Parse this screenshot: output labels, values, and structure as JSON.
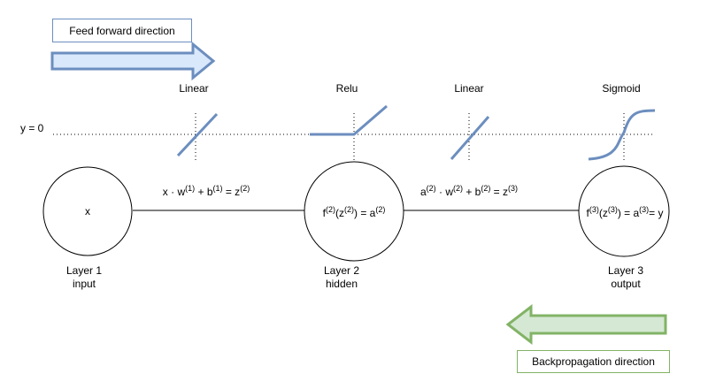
{
  "feedforward": {
    "label": "Feed forward direction",
    "color": "#6c8ebf",
    "fill": "#dae8fc"
  },
  "backprop": {
    "label": "Backpropagation direction",
    "color": "#82b366",
    "fill": "#d5e8d4"
  },
  "baseline_label": "y = 0",
  "activations": [
    {
      "name": "Linear"
    },
    {
      "name": "Relu"
    },
    {
      "name": "Linear"
    },
    {
      "name": "Sigmoid"
    }
  ],
  "curve_color": "#6c8ebf",
  "nodes": [
    {
      "text": "x",
      "caption_line1": "Layer 1",
      "caption_line2": "input"
    },
    {
      "text_base": "f",
      "text_sup1": "(2)",
      "text_mid": "(z",
      "text_sup2": "(2)",
      "text_end": ") = a",
      "text_sup3": "(2)",
      "caption_line1": "Layer 2",
      "caption_line2": "hidden"
    },
    {
      "text_base": "f",
      "text_sup1": "(3)",
      "text_mid": "(z",
      "text_sup2": "(3)",
      "text_end": ") = a",
      "text_sup3": "(3)",
      "text_tail": "= y",
      "caption_line1": "Layer 3",
      "caption_line2": "output"
    }
  ],
  "equations": [
    {
      "p1": "x · w",
      "s1": "(1)",
      "p2": " + b",
      "s2": "(1)",
      "p3": " = z",
      "s3": "(2)"
    },
    {
      "p1": "a",
      "s1": "(2)",
      "p2": " · w",
      "s2": "(2)",
      "p3": " + b",
      "s3": "(2)",
      "p4": " = z",
      "s4": "(3)"
    }
  ]
}
